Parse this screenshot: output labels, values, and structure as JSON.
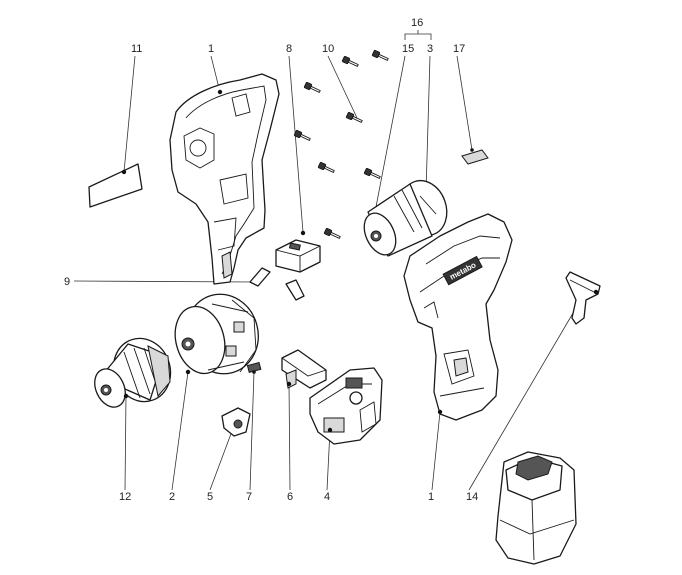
{
  "diagram": {
    "labels": [
      {
        "id": "label-11",
        "text": "11"
      },
      {
        "id": "label-1-top",
        "text": "1"
      },
      {
        "id": "label-8",
        "text": "8"
      },
      {
        "id": "label-10",
        "text": "10"
      },
      {
        "id": "label-16",
        "text": "16"
      },
      {
        "id": "label-15",
        "text": "15"
      },
      {
        "id": "label-3",
        "text": "3"
      },
      {
        "id": "label-17",
        "text": "17"
      },
      {
        "id": "label-9",
        "text": "9"
      },
      {
        "id": "label-12",
        "text": "12"
      },
      {
        "id": "label-2",
        "text": "2"
      },
      {
        "id": "label-5",
        "text": "5"
      },
      {
        "id": "label-7",
        "text": "7"
      },
      {
        "id": "label-6",
        "text": "6"
      },
      {
        "id": "label-4",
        "text": "4"
      },
      {
        "id": "label-1-bottom",
        "text": "1"
      },
      {
        "id": "label-14",
        "text": "14"
      }
    ],
    "brand_mark": "metabo"
  }
}
